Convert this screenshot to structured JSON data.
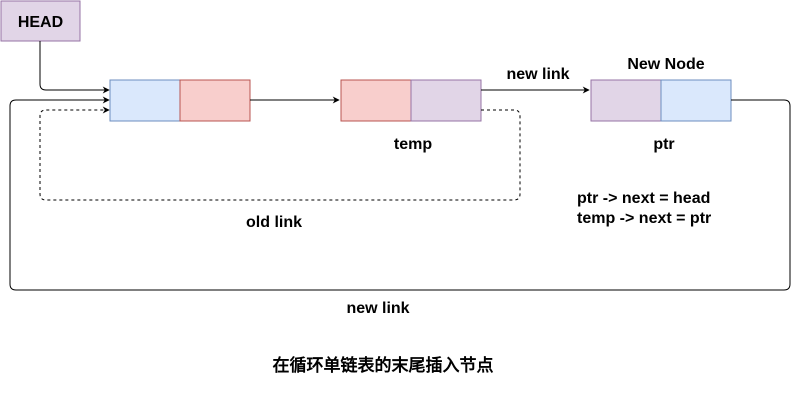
{
  "head_label": "HEAD",
  "labels": {
    "new_link_top": "new link",
    "new_node": "New Node",
    "temp": "temp",
    "ptr": "ptr",
    "old_link": "old link",
    "new_link_bottom": "new link",
    "code_line_1": "ptr -> next = head",
    "code_line_2": "temp -> next = ptr"
  },
  "caption": "在循环单链表的末尾插入节点",
  "colors": {
    "blue_fill": "#dae8fc",
    "blue_stroke": "#6c8ebf",
    "red_fill": "#f8cecc",
    "red_stroke": "#b85450",
    "purple_fill": "#e1d5e7",
    "purple_stroke": "#9673a6",
    "line": "#000000"
  }
}
